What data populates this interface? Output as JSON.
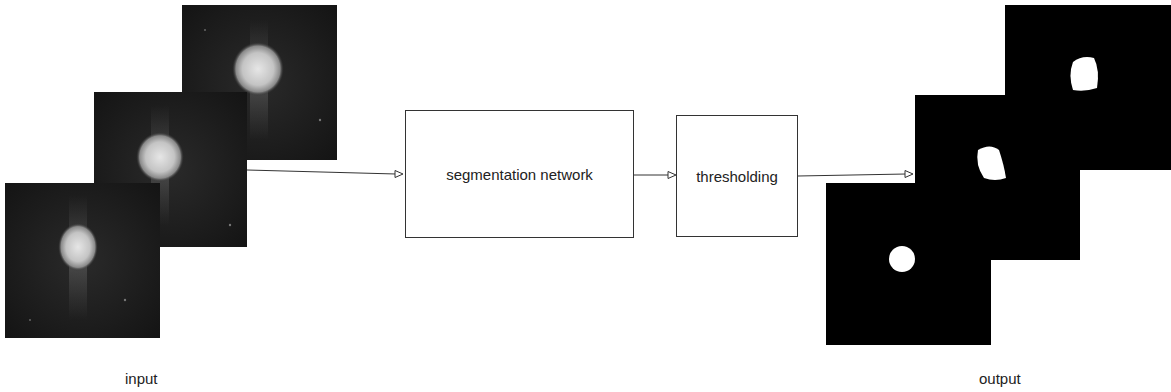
{
  "diagram": {
    "nodes": [
      {
        "text": [
          "segmentation network"
        ]
      },
      {
        "text": [
          "thresholding"
        ]
      }
    ],
    "edges": [
      {
        "from": 0,
        "to": 1,
        "arrow": "to"
      }
    ],
    "labels": [
      "input",
      "output"
    ]
  }
}
